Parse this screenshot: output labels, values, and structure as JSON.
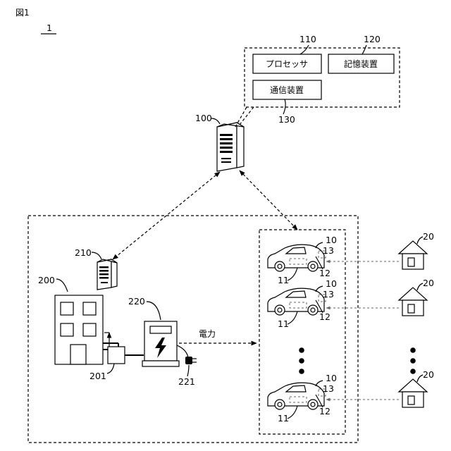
{
  "figure": {
    "fig_label": "図1",
    "system_ref": "1"
  },
  "server": {
    "ref": "100",
    "components": [
      {
        "ref": "110",
        "label": "プロセッサ"
      },
      {
        "ref": "120",
        "label": "記憶装置"
      },
      {
        "ref": "130",
        "label": "通信装置"
      }
    ]
  },
  "facility": {
    "building_ref": "200",
    "local_server_ref": "210",
    "distribution_ref": "201",
    "charger_ref": "220",
    "connector_ref": "221",
    "power_label": "電力"
  },
  "vehicles": [
    {
      "ref": "10",
      "part_a": "11",
      "part_b": "12",
      "part_c": "13"
    },
    {
      "ref": "10",
      "part_a": "11",
      "part_b": "12",
      "part_c": "13"
    },
    {
      "ref": "10",
      "part_a": "11",
      "part_b": "12",
      "part_c": "13"
    }
  ],
  "homes": [
    {
      "ref": "20"
    },
    {
      "ref": "20"
    },
    {
      "ref": "20"
    }
  ]
}
